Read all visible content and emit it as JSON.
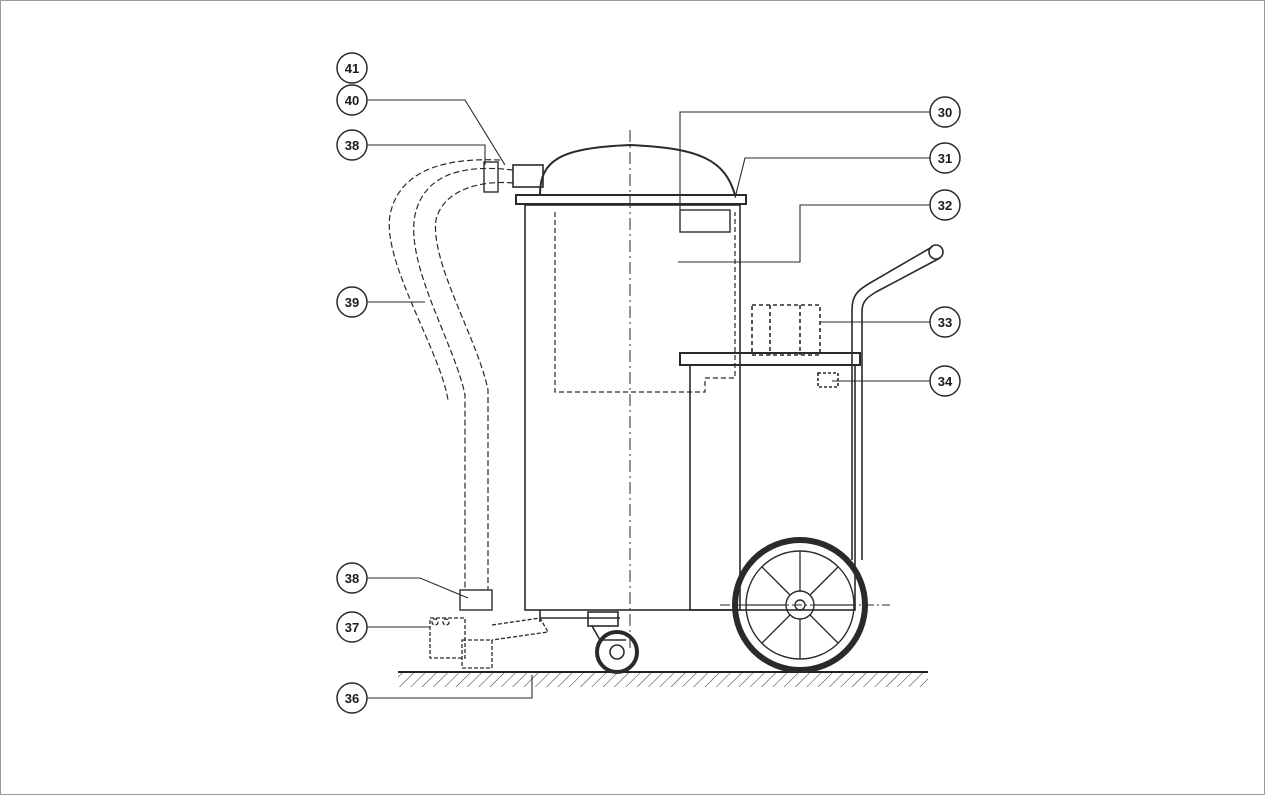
{
  "figure": {
    "callouts": [
      {
        "id": "c41",
        "text": "41"
      },
      {
        "id": "c40",
        "text": "40"
      },
      {
        "id": "c38a",
        "text": "38"
      },
      {
        "id": "c39",
        "text": "39"
      },
      {
        "id": "c38b",
        "text": "38"
      },
      {
        "id": "c37",
        "text": "37"
      },
      {
        "id": "c36",
        "text": "36"
      },
      {
        "id": "c30",
        "text": "30"
      },
      {
        "id": "c31",
        "text": "31"
      },
      {
        "id": "c32",
        "text": "32"
      },
      {
        "id": "c33",
        "text": "33"
      },
      {
        "id": "c34",
        "text": "34"
      }
    ],
    "colors": {
      "ink": "#2a2a2a",
      "background": "#ffffff",
      "frame": "#9a9a9a"
    }
  }
}
